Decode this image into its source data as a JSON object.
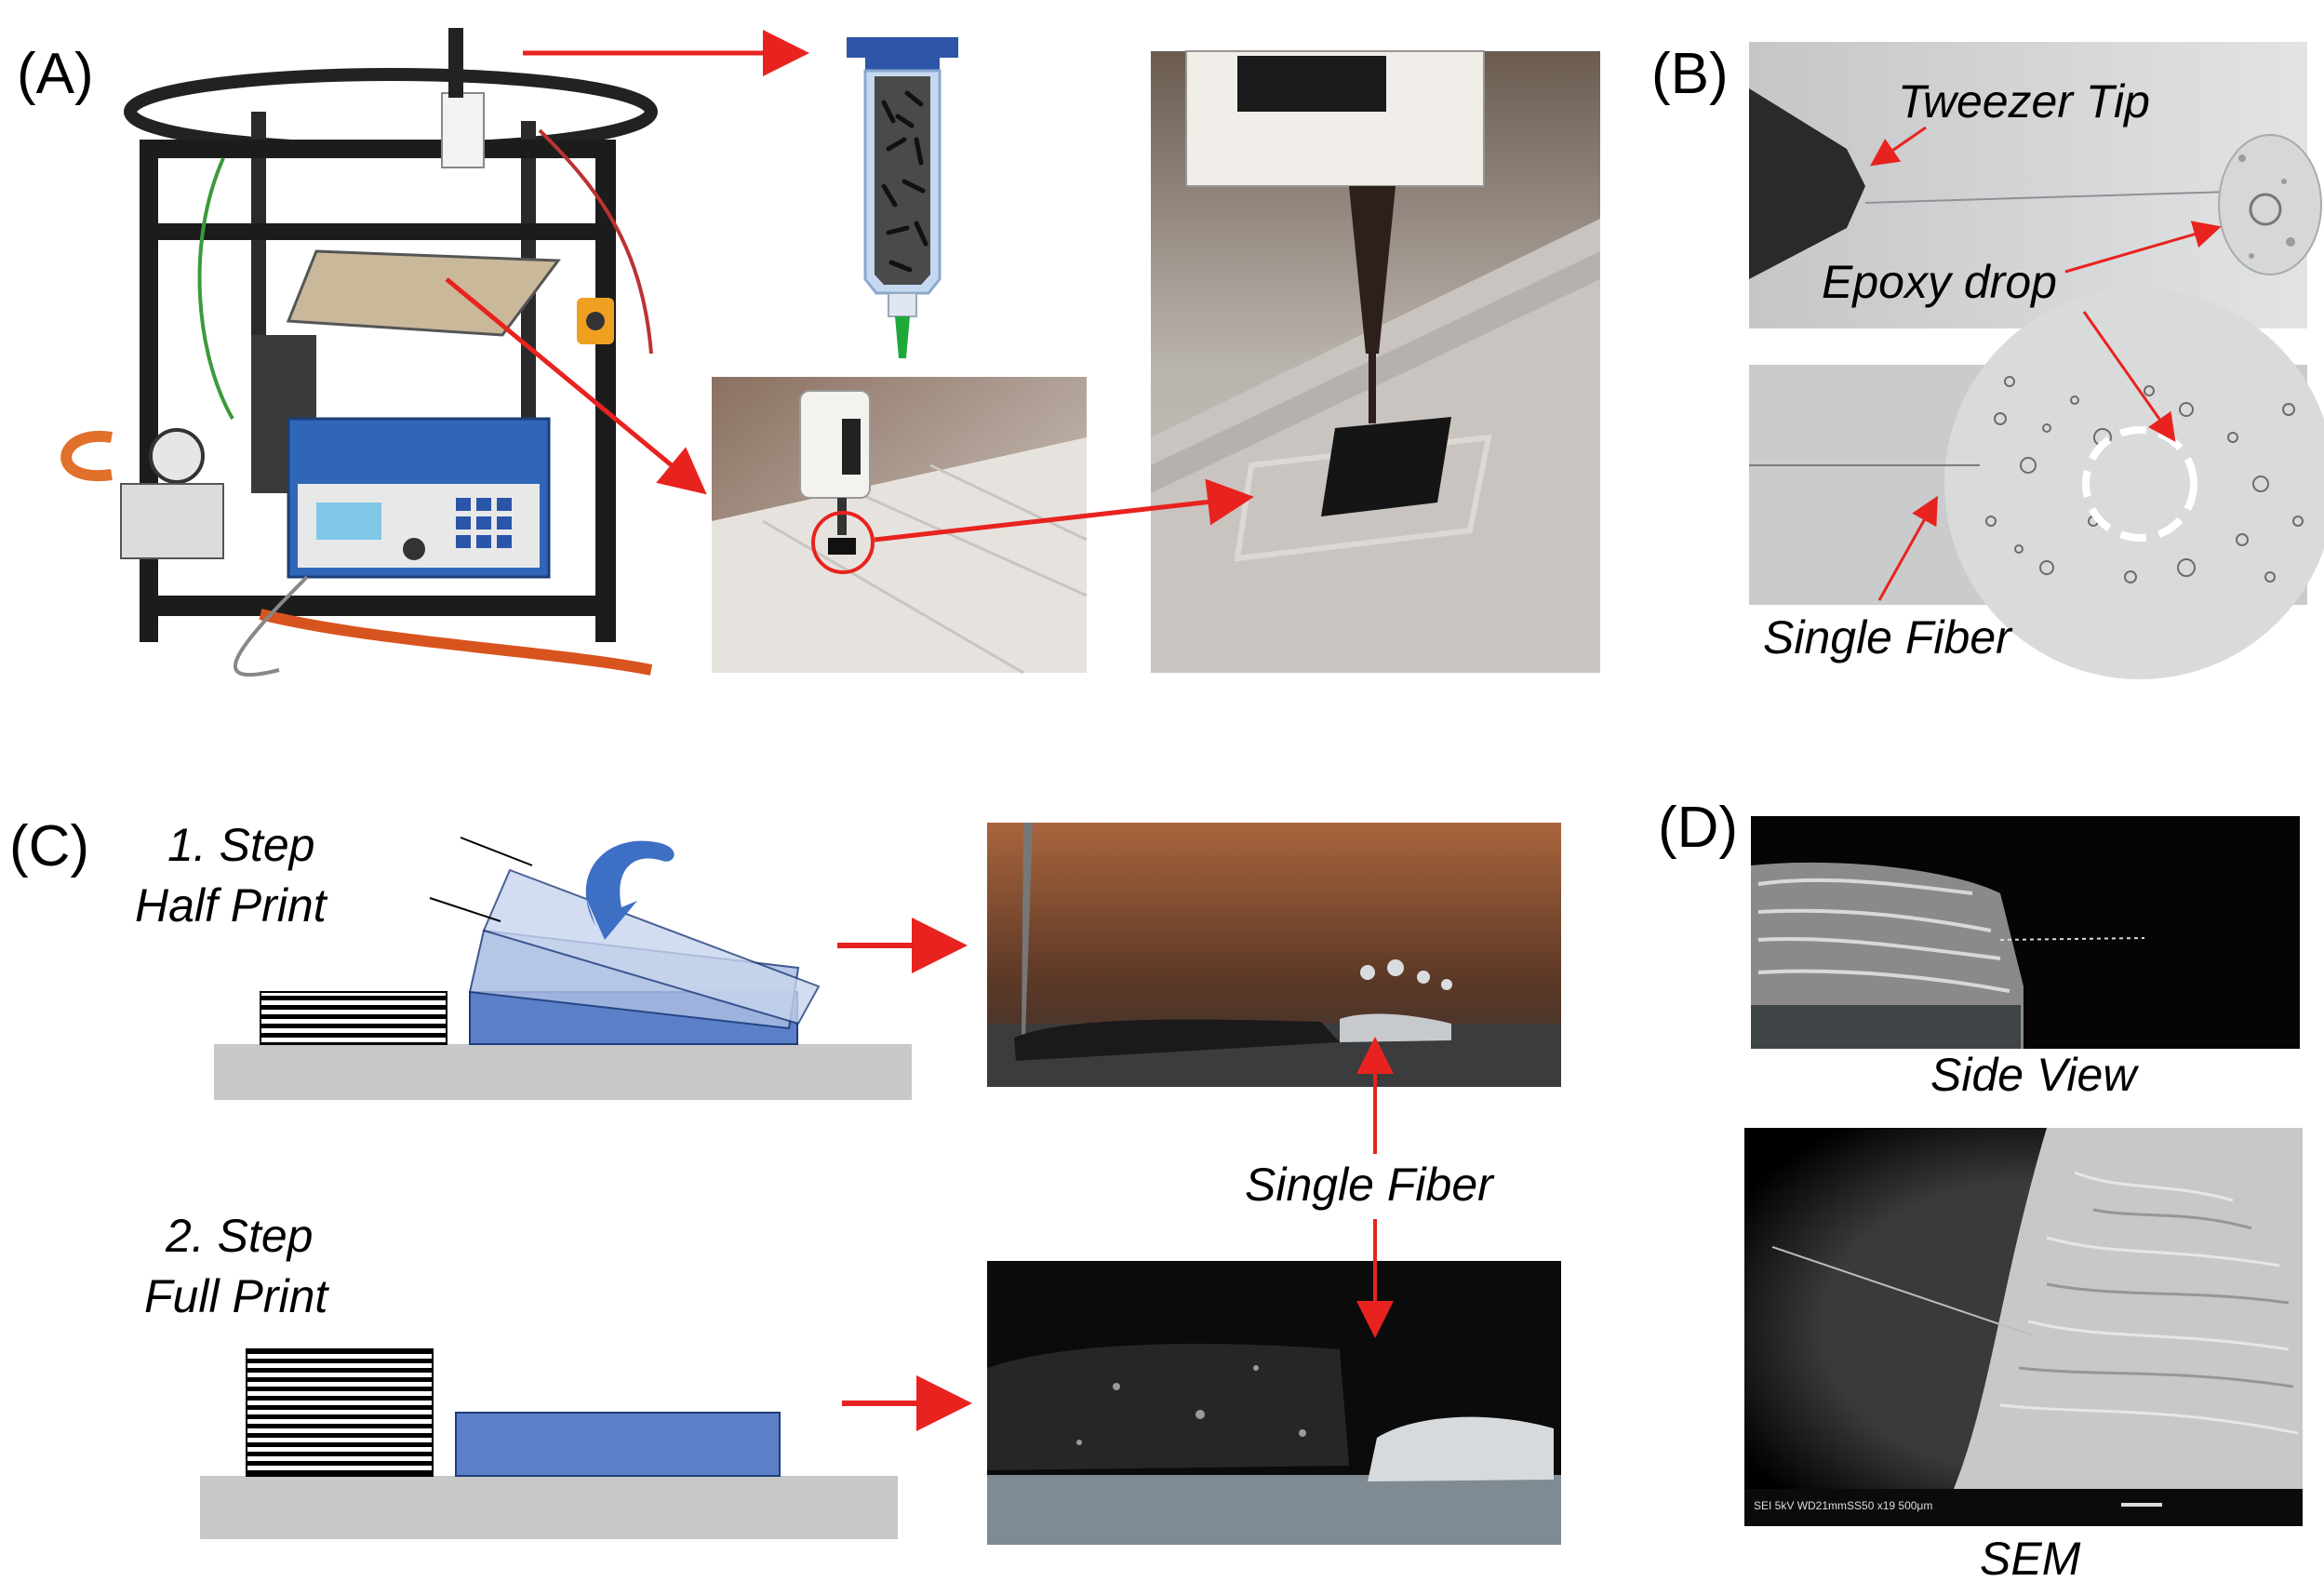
{
  "panels": {
    "a": {
      "label": "(A)"
    },
    "b": {
      "label": "(B)",
      "tweezer_tip": "Tweezer Tip",
      "epoxy_drop": "Epoxy drop",
      "single_fiber": "Single Fiber"
    },
    "c": {
      "label": "(C)",
      "step1_line1": "1. Step",
      "step1_line2": "Half Print",
      "step2_line1": "2. Step",
      "step2_line2": "Full Print",
      "single_fiber": "Single Fiber"
    },
    "d": {
      "label": "(D)",
      "side_view": "Side View",
      "sem": "SEM"
    }
  },
  "colors": {
    "arrow": "#e8231f",
    "block_blue": "#5b80c8",
    "block_light": "#a9bde3",
    "substrate": "#c8c8c8",
    "curved_arrow": "#3d6fc4"
  },
  "icons": [
    "syringe-icon",
    "curved-arrow-icon"
  ]
}
